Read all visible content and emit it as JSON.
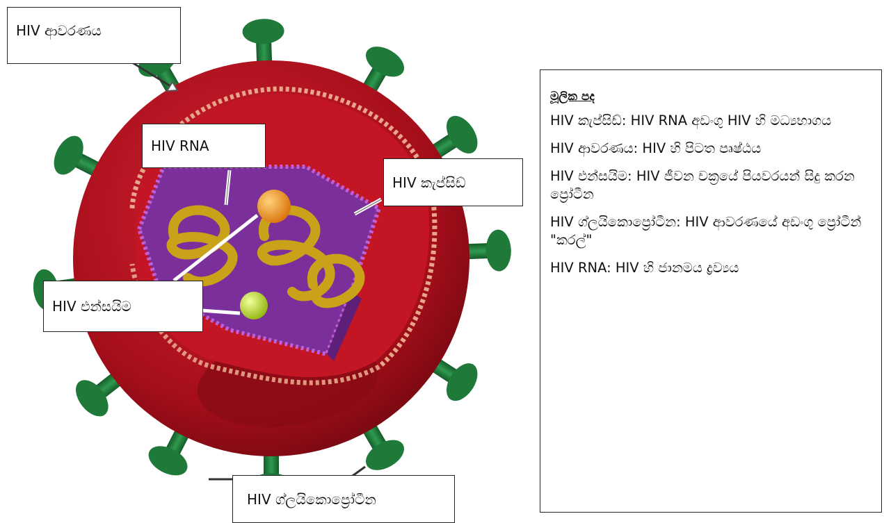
{
  "labels": {
    "envelope": "HIV ආවරණය",
    "rna": "HIV RNA",
    "capsid": "HIV කැප්සිඩ්",
    "enzyme": "HIV එන්සයිම",
    "glycoprotein": "HIV ග්ලයිකොප්‍රෝටීන"
  },
  "key": {
    "title": "මූලික පද",
    "entries": [
      "HIV කැප්සිඩ්: HIV RNA අඩංගු HIV හි මධ්‍යභාගය",
      "HIV ආවරණය: HIV හි පිටත පෘෂ්ඨය",
      "HIV එන්සයිම: HIV ජීවන චක්‍රයේ පියවරයන් සිදු කරන ප්‍රෝටීන",
      "HIV ග්ලයිකොප්‍රෝටීන: HIV ආවරණයේ අඩංගු ප්‍රෝටීන් \"කරල්\"",
      "HIV RNA: HIV හි ජානමය ද්‍රව්‍යය"
    ]
  },
  "colors": {
    "envelope": "#b0111d",
    "envelope_dark": "#7a0a12",
    "inner_cavity": "#c41524",
    "bead": "#e8a58a",
    "capsid": "#7b2f9a",
    "capsid_bead": "#c15fd6",
    "rna": "#c9a21a",
    "enzyme_orange": "#e48a14",
    "enzyme_green": "#b9d42a",
    "spike": "#1f7a3a"
  }
}
